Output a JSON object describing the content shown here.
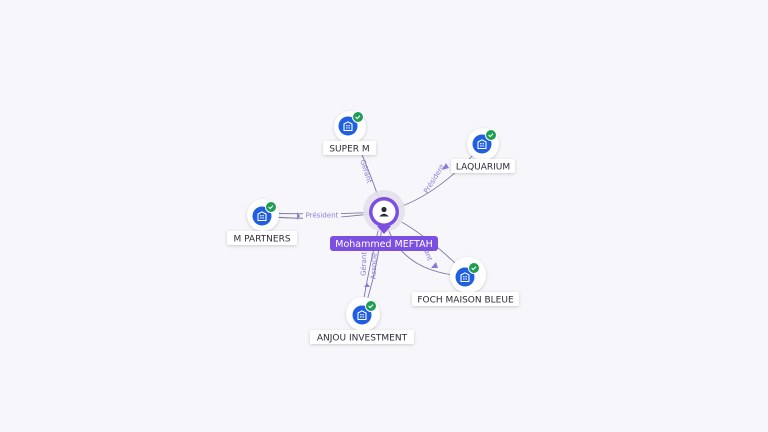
{
  "colors": {
    "background": "#f7f7fb",
    "edge": "#7a78a8",
    "edge_label": "#8a7bd6",
    "center_node": "#7b4fe0",
    "company_icon": "#1f5fe0",
    "verified_badge": "#1f9d55",
    "label_text": "#2b2b3a"
  },
  "center": {
    "name": "Mohammed MEFTAH",
    "icon": "person-icon"
  },
  "companies": [
    {
      "id": "super-m",
      "name": "SUPER M",
      "icon": "building-icon",
      "verified": true
    },
    {
      "id": "laquarium",
      "name": "LAQUARIUM",
      "icon": "building-icon",
      "verified": true
    },
    {
      "id": "m-partners",
      "name": "M PARTNERS",
      "icon": "building-icon",
      "verified": true
    },
    {
      "id": "foch-maison-bleue",
      "name": "FOCH MAISON BLEUE",
      "icon": "building-icon",
      "verified": true
    },
    {
      "id": "anjou-investment",
      "name": "ANJOU INVESTMENT",
      "icon": "building-icon",
      "verified": true
    }
  ],
  "edges": [
    {
      "to": "super-m",
      "label": "Gérant"
    },
    {
      "to": "laquarium",
      "label": "Président"
    },
    {
      "to": "m-partners",
      "label": "Président"
    },
    {
      "to": "foch-maison-bleue",
      "label": "Gérant"
    },
    {
      "to": "anjou-investment",
      "label": "Gérant"
    },
    {
      "to": "anjou-investment",
      "label": "Associé"
    }
  ]
}
